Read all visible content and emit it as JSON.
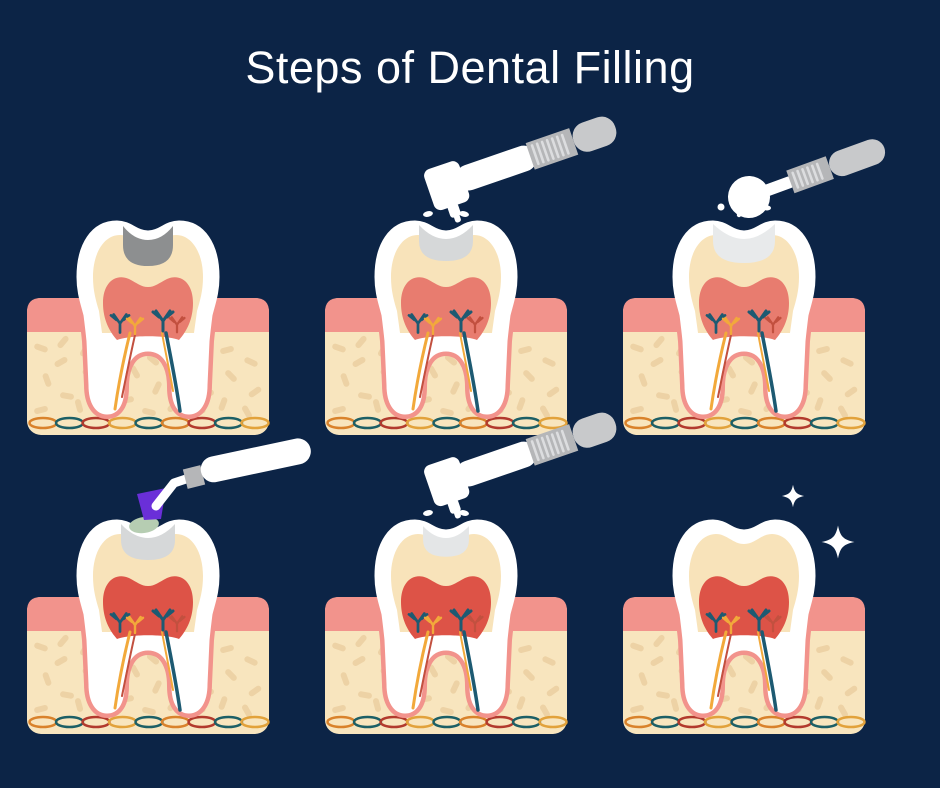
{
  "title": "Steps of Dental Filling",
  "colors": {
    "bg": "#0c2446",
    "title-color": "#ffffff",
    "enamel": "#ffffff",
    "dentin": "#f8e3ba",
    "pulp-row1": "#e87c6f",
    "pulp-row2": "#dd5347",
    "gum": "#f2938c",
    "bone": "#f8e5be",
    "speckle": "#edd2a5",
    "braid-teal": "#1c5f66",
    "braid-orange": "#d9822b",
    "braid-red": "#b23a2d",
    "braid-yellow": "#e2a23b",
    "nerve-teal": "#1d5a72",
    "nerve-orange": "#f2a93b",
    "nerve-red": "#c2503f",
    "decay": "#8d8f90",
    "cavity-light": "#d6d8d9",
    "cavity-lighter": "#e8eaeb",
    "cavity-faint": "#e4e6e7",
    "tool-white": "#ffffff",
    "tool-grip": "#b5b6b8",
    "tool-rib": "#dcdddf",
    "tool-end": "#c8c9cb",
    "purple": "#6a2fd8",
    "filling-green": "#b6cdb2"
  },
  "steps": [
    {
      "id": 1,
      "name": "tooth-with-decay",
      "tool": "none",
      "cavity": "decay"
    },
    {
      "id": 2,
      "name": "drilling-out-decay",
      "tool": "dental-drill",
      "cavity": "drilled"
    },
    {
      "id": 3,
      "name": "inspecting-cleaned-cavity",
      "tool": "dental-mirror",
      "cavity": "cleaned"
    },
    {
      "id": 4,
      "name": "applying-filling-material",
      "tool": "filling-applicator",
      "cavity": "being-filled"
    },
    {
      "id": 5,
      "name": "polishing-filling",
      "tool": "dental-drill",
      "cavity": "polished"
    },
    {
      "id": 6,
      "name": "restored-shiny-tooth",
      "tool": "sparkles",
      "cavity": "none"
    }
  ]
}
